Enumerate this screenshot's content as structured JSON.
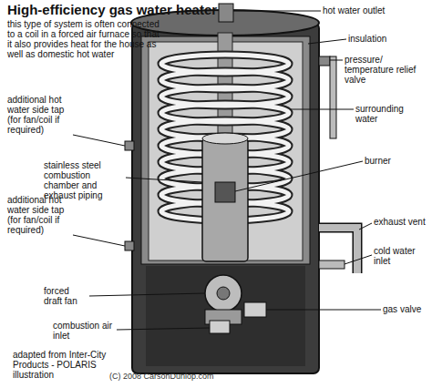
{
  "diagram": {
    "title": "High-efficiency gas water heater",
    "labels": [
      "this type of system is often connected to a coil in a forced air furnace so that it also provides heat for the house as well as domestic hot water",
      "hot water outlet",
      "insulation",
      "pressure/ temperature relief valve",
      "surrounding water",
      "additional hot water side tap (for fan/coil if required)",
      "stainless steel combustion chamber and exhaust piping",
      "burner",
      "additional hot water side tap (for fan/coil if required)",
      "exhaust vent",
      "cold water inlet",
      "forced draft fan",
      "gas valve",
      "combustion air inlet",
      "adapted from Inter-City Products - POLARIS illustration",
      "(C) 2008 CarsonDunlop.com"
    ]
  }
}
